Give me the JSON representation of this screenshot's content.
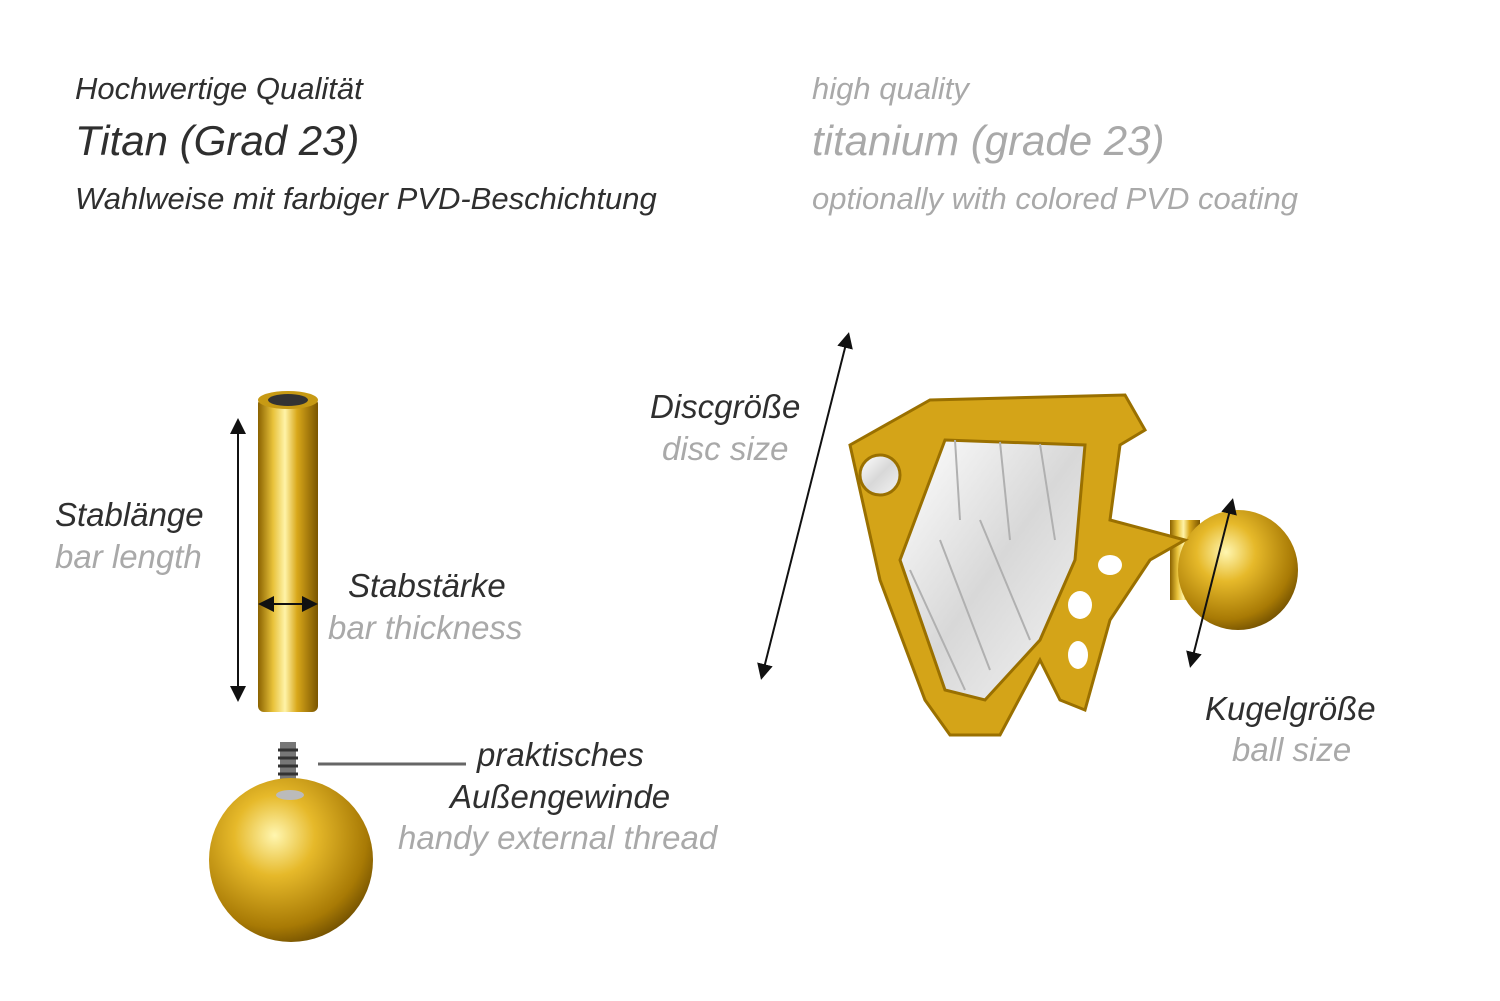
{
  "header": {
    "de": {
      "line1": "Hochwertige Qualität",
      "line2": "Titan (Grad 23)",
      "line3": "Wahlweise mit farbiger PVD-Beschichtung"
    },
    "en": {
      "line1": "high quality",
      "line2": "titanium (grade 23)",
      "line3": "optionally with colored PVD coating"
    }
  },
  "labels": {
    "bar_length": {
      "de": "Stablänge",
      "en": "bar length"
    },
    "bar_thickness": {
      "de": "Stabstärke",
      "en": "bar thickness"
    },
    "thread": {
      "de1": "praktisches",
      "de2": "Außengewinde",
      "en": "handy external thread"
    },
    "disc_size": {
      "de": "Discgröße",
      "en": "disc size"
    },
    "ball_size": {
      "de": "Kugelgröße",
      "en": "ball size"
    }
  },
  "colors": {
    "gold": "#d9a81a",
    "text_de": "#2f2f2f",
    "text_en": "#a9a9a9"
  }
}
